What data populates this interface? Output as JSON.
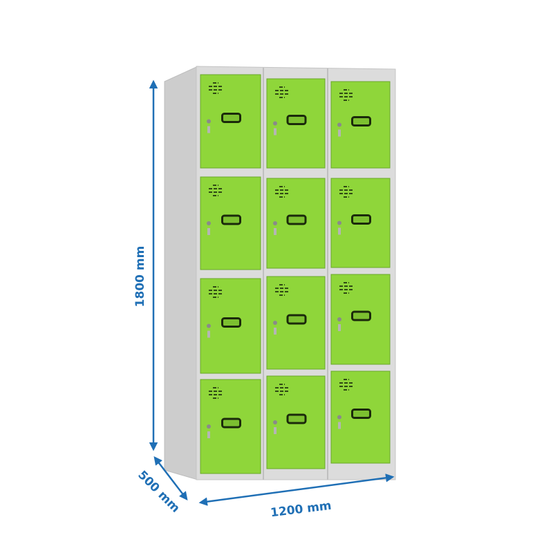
{
  "product": {
    "type": "12-door metal locker",
    "columns": 3,
    "rows": 4,
    "colors": {
      "door": "#8fd63a",
      "frame": "#d9d9d9",
      "side": "#cfcfcf",
      "dimension": "#1f6fb5"
    }
  },
  "dimensions": {
    "height": "1800 mm",
    "depth": "500 mm",
    "width": "1200 mm"
  }
}
